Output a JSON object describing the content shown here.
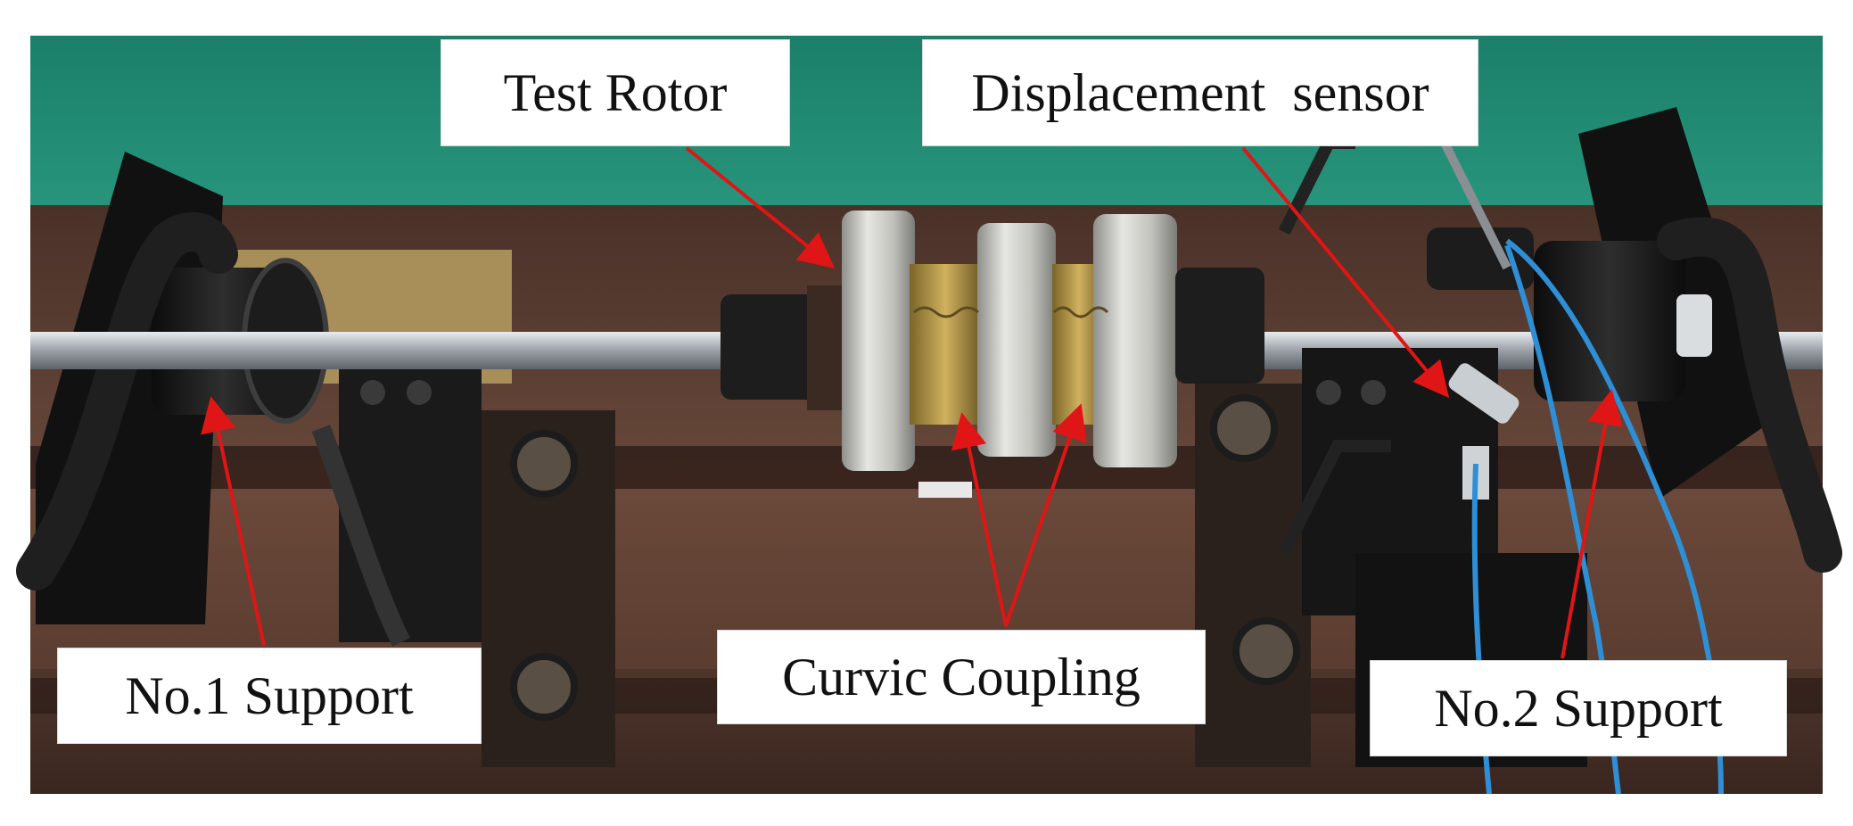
{
  "photo": {
    "subject": "rotor test rig photograph",
    "colors": {
      "background_wall": "#1f8a73",
      "steel_table": "#5a3c30",
      "shaft": "#b9bec4",
      "disc_metal": "#c9c9c4",
      "brass": "#b89a4a",
      "support_black": "#151515",
      "cable_blue": "#2f8fd6",
      "annotation_arrow": "#e01515"
    }
  },
  "annotations": {
    "test_rotor": "Test Rotor",
    "displacement_sensor": "Displacement  sensor",
    "curvic_coupling": "Curvic Coupling",
    "no1_support": "No.1 Support",
    "no2_support": "No.2 Support"
  }
}
